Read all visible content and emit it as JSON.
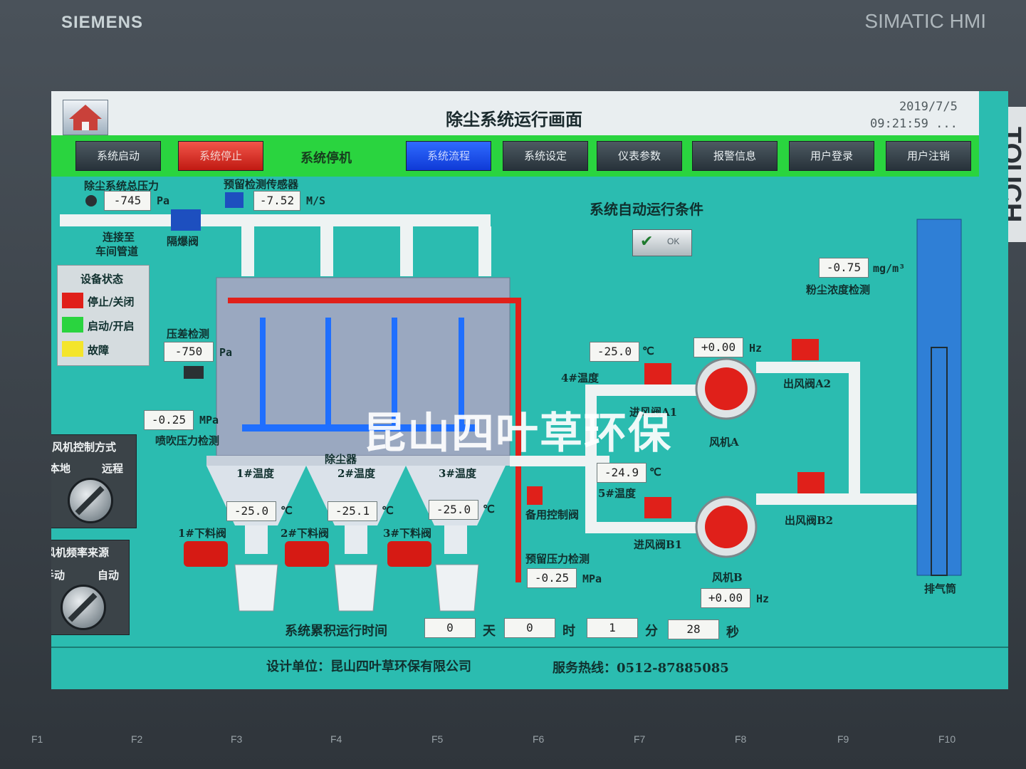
{
  "bezel": {
    "brand": "SIEMENS",
    "model": "SIMATIC HMI",
    "touch": "TOUCH"
  },
  "header": {
    "title": "除尘系统运行画面",
    "date": "2019/7/5",
    "time": "09:21:59 ..."
  },
  "nav": {
    "start": "系统启动",
    "stop": "系统停止",
    "status": "系统停机",
    "flow": "系统流程",
    "settings": "系统设定",
    "meters": "仪表参数",
    "alarms": "报警信息",
    "login": "用户登录",
    "logout": "用户注销"
  },
  "colors": {
    "screen_bg": "#2bbcb0",
    "nav_green": "#2ad43f",
    "red": "#e0201a",
    "green": "#2ad43f",
    "yellow": "#f4e52b",
    "pipe": "#eef3f3",
    "blue_pipe": "#1f6fff"
  },
  "top": {
    "total_pressure_label": "除尘系统总压力",
    "total_pressure": "-745",
    "total_pressure_unit": "Pa",
    "reserve_sensor_label": "预留检测传感器",
    "reserve_sensor": "-7.52",
    "reserve_sensor_unit": "M/S",
    "connect_label_1": "连接至",
    "connect_label_2": "车间管道",
    "blast_valve": "隔爆阀"
  },
  "legend": {
    "title": "设备状态",
    "stop": "停止/关闭",
    "run": "启动/开启",
    "fault": "故障"
  },
  "diff": {
    "label": "压差检测",
    "value": "-750",
    "unit": "Pa"
  },
  "spray": {
    "value": "-0.25",
    "unit": "MPa",
    "label": "喷吹压力检测"
  },
  "fan_control": {
    "title": "风机控制方式",
    "local": "本地",
    "remote": "远程"
  },
  "fan_freq": {
    "title": "风机频率来源",
    "manual": "手动",
    "auto": "自动"
  },
  "auto_cond": {
    "title": "系统自动运行条件",
    "ok": "OK"
  },
  "collector": {
    "label": "除尘器"
  },
  "temps": [
    {
      "label": "1#温度",
      "value": "-25.0",
      "unit": "℃"
    },
    {
      "label": "2#温度",
      "value": "-25.1",
      "unit": "℃"
    },
    {
      "label": "3#温度",
      "value": "-25.0",
      "unit": "℃"
    }
  ],
  "feeders": [
    "1#下料阀",
    "2#下料阀",
    "3#下料阀"
  ],
  "backup_valve": "备用控制阀",
  "reserve_pressure": {
    "label": "预留压力检测",
    "value": "-0.25",
    "unit": "MPa"
  },
  "t4": {
    "label": "4#温度",
    "value": "-25.0",
    "unit": "℃"
  },
  "t5": {
    "label": "5#温度",
    "value": "-24.9",
    "unit": "℃"
  },
  "fan_a": {
    "label": "风机A",
    "freq": "+0.00",
    "unit": "Hz",
    "in_valve": "进风阀A1",
    "out_valve": "出风阀A2"
  },
  "fan_b": {
    "label": "风机B",
    "freq": "+0.00",
    "unit": "Hz",
    "in_valve": "进风阀B1",
    "out_valve": "出风阀B2"
  },
  "dust": {
    "value": "-0.75",
    "unit": "mg/m³",
    "label": "粉尘浓度检测"
  },
  "stack": {
    "label": "排气筒"
  },
  "runtime": {
    "label": "系统累积运行时间",
    "days": "0",
    "day_unit": "天",
    "hours": "0",
    "hour_unit": "时",
    "minutes": "1",
    "minute_unit": "分",
    "seconds": "28",
    "second_unit": "秒"
  },
  "footer": {
    "designer": "设计单位：昆山四叶草环保有限公司",
    "hotline": "服务热线：0512-87885085"
  },
  "watermark": "昆山四叶草环保",
  "fkeys": [
    "F1",
    "F2",
    "F3",
    "F4",
    "F5",
    "F6",
    "F7",
    "F8",
    "F9",
    "F10"
  ]
}
